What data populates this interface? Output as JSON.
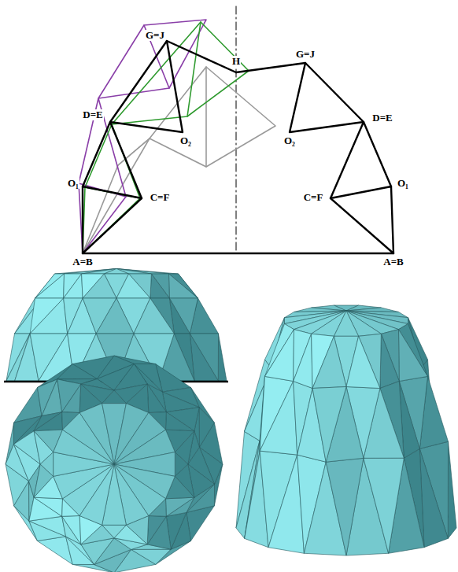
{
  "diagram": {
    "labels": [
      "G=J",
      "H",
      "G=J",
      "D=E",
      "O₂",
      "O₂",
      "D=E",
      "O₁",
      "C=F",
      "C=F",
      "O₁",
      "A=B",
      "A=B"
    ]
  }
}
